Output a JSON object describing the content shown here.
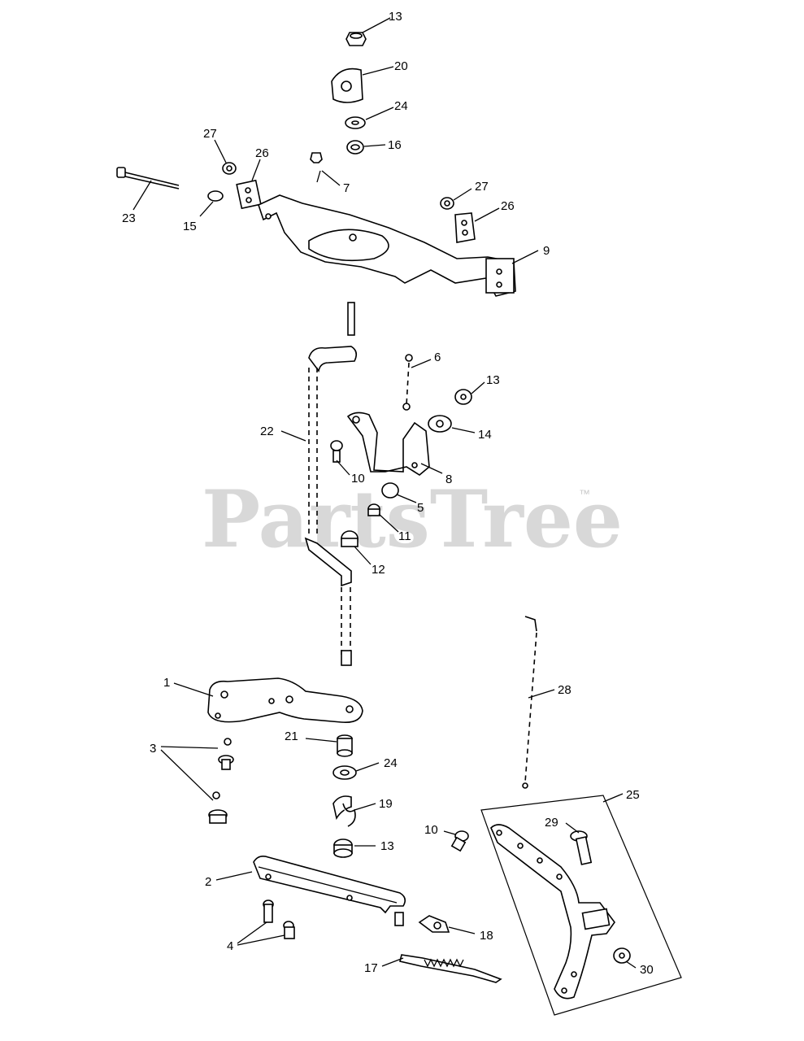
{
  "watermark": {
    "text": "PartsTree",
    "tm": "™"
  },
  "callouts": {
    "c13a": "13",
    "c20": "20",
    "c24a": "24",
    "c16": "16",
    "c27a": "27",
    "c26a": "26",
    "c7": "7",
    "c23": "23",
    "c15": "15",
    "c27b": "27",
    "c26b": "26",
    "c9": "9",
    "c6": "6",
    "c13b": "13",
    "c14": "14",
    "c22": "22",
    "c10a": "10",
    "c8": "8",
    "c5": "5",
    "c11": "11",
    "c12": "12",
    "c28": "28",
    "c1": "1",
    "c3": "3",
    "c21": "21",
    "c24b": "24",
    "c25": "25",
    "c19": "19",
    "c29": "29",
    "c10b": "10",
    "c13c": "13",
    "c2": "2",
    "c18": "18",
    "c4": "4",
    "c17": "17",
    "c30": "30"
  }
}
